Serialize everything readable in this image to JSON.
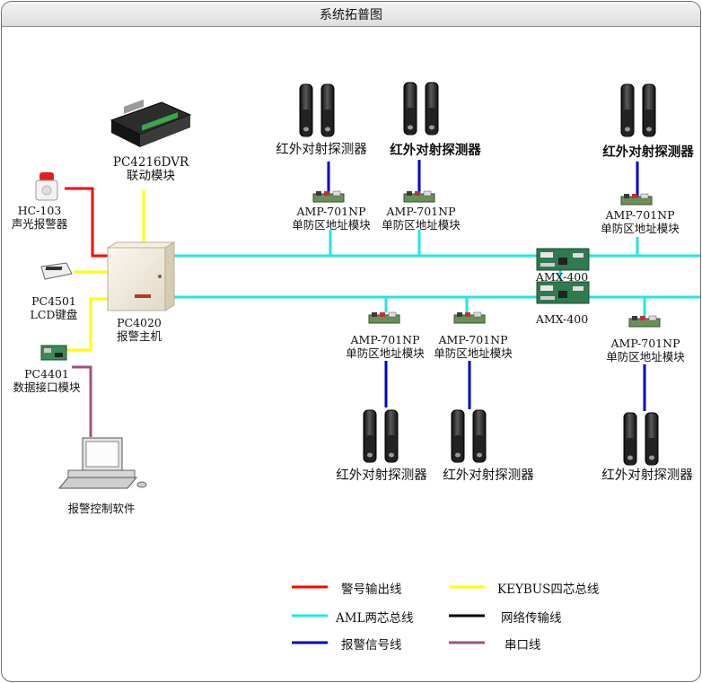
{
  "title": "系统拓普图",
  "labels": {
    "pc4216": [
      "PC4216DVR",
      "联动模块"
    ],
    "hc103": [
      "HC-103",
      "声光报警器"
    ],
    "pc4501": [
      "PC4501",
      "LCD键盘"
    ],
    "pc4401": [
      "PC4401",
      "数据接口模块"
    ],
    "pc4020": [
      "PC4020",
      "报警主机"
    ],
    "software": "报警控制软件",
    "detector": "红外对射探测器",
    "amp": [
      "AMP-701NP",
      "单防区地址模块"
    ],
    "amx": "AMX-400"
  },
  "legend": [
    {
      "color": "#ff0000",
      "label": "警号输出线"
    },
    {
      "color": "#ffff00",
      "label": "KEYBUS四芯总线"
    },
    {
      "color": "#22e5e5",
      "label": "AML两芯总线"
    },
    {
      "color": "#000000",
      "label": "网络传输线"
    },
    {
      "color": "#0000cc",
      "label": "报警信号线"
    },
    {
      "color": "#a05080",
      "label": "串口线"
    }
  ],
  "colors": {
    "alarm_output": "#ff0000",
    "keybus": "#ffff00",
    "aml": "#22e5e5",
    "network": "#000000",
    "signal": "#0000cc",
    "serial": "#a05080"
  }
}
